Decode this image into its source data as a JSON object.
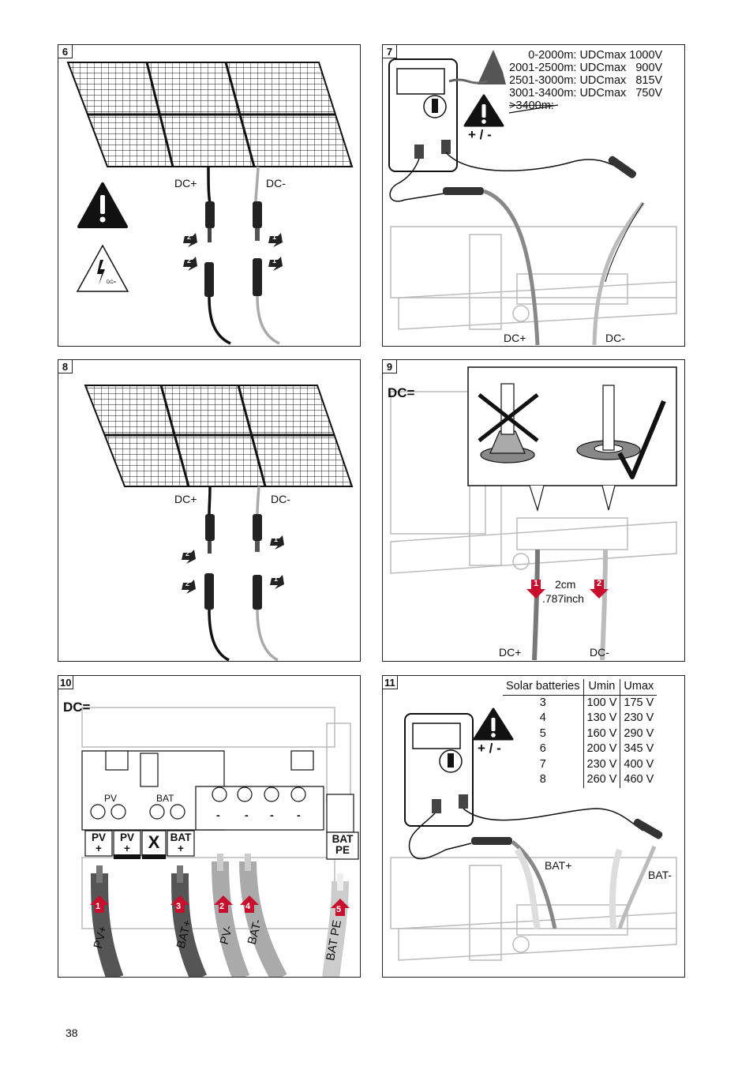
{
  "page_number": "38",
  "panels": {
    "p6": {
      "number": "6",
      "dc_plus": "DC+",
      "dc_minus": "DC-",
      "warning_small_text": "DC=",
      "arrow_left": "2",
      "arrow_right": "1"
    },
    "p7": {
      "number": "7",
      "altitude_rows": [
        {
          "range": "0-2000m:",
          "label": "UDCmax",
          "value": "1000V"
        },
        {
          "range": "2001-2500m:",
          "label": "UDCmax",
          "value": "900V"
        },
        {
          "range": "2501-3000m:",
          "label": "UDCmax",
          "value": "815V"
        },
        {
          "range": "3001-3400m:",
          "label": "UDCmax",
          "value": "750V"
        }
      ],
      "altitude_excluded": ">3400m:",
      "polarity": "+ / -",
      "dc_plus": "DC+",
      "dc_minus": "DC-"
    },
    "p8": {
      "number": "8",
      "dc_plus": "DC+",
      "dc_minus": "DC-",
      "arrow_left": "2",
      "arrow_right": "1"
    },
    "p9": {
      "number": "9",
      "dc_label": "DC=",
      "strip_length": "2cm",
      "strip_length_inch": ".787inch",
      "arrow_1": "1",
      "arrow_2": "2",
      "dc_plus": "DC+",
      "dc_minus": "DC-"
    },
    "p10": {
      "number": "10",
      "dc_label": "DC=",
      "pv_label": "PV",
      "bat_label": "BAT",
      "terminals": [
        {
          "top": "PV",
          "bottom": "+"
        },
        {
          "top": "PV",
          "bottom": "+"
        },
        {
          "top": "X",
          "bottom": ""
        },
        {
          "top": "BAT",
          "bottom": "+"
        }
      ],
      "pe_terminal": {
        "top": "BAT",
        "bottom": "PE"
      },
      "minus_sign": "-",
      "cables": [
        {
          "arrow": "1",
          "label": "PV+"
        },
        {
          "arrow": "3",
          "label": "BAT+"
        },
        {
          "arrow": "2",
          "label": "PV-"
        },
        {
          "arrow": "4",
          "label": "BAT-"
        },
        {
          "arrow": "5",
          "label": "BAT PE"
        }
      ]
    },
    "p11": {
      "number": "11",
      "polarity": "+ / -",
      "table_headers": [
        "Solar batteries",
        "Umin",
        "Umax"
      ],
      "table_rows": [
        [
          "3",
          "100 V",
          "175 V"
        ],
        [
          "4",
          "130 V",
          "230 V"
        ],
        [
          "5",
          "160 V",
          "290 V"
        ],
        [
          "6",
          "200 V",
          "345 V"
        ],
        [
          "7",
          "230 V",
          "400 V"
        ],
        [
          "8",
          "260 V",
          "460 V"
        ]
      ],
      "bat_plus": "BAT+",
      "bat_minus": "BAT-"
    }
  }
}
